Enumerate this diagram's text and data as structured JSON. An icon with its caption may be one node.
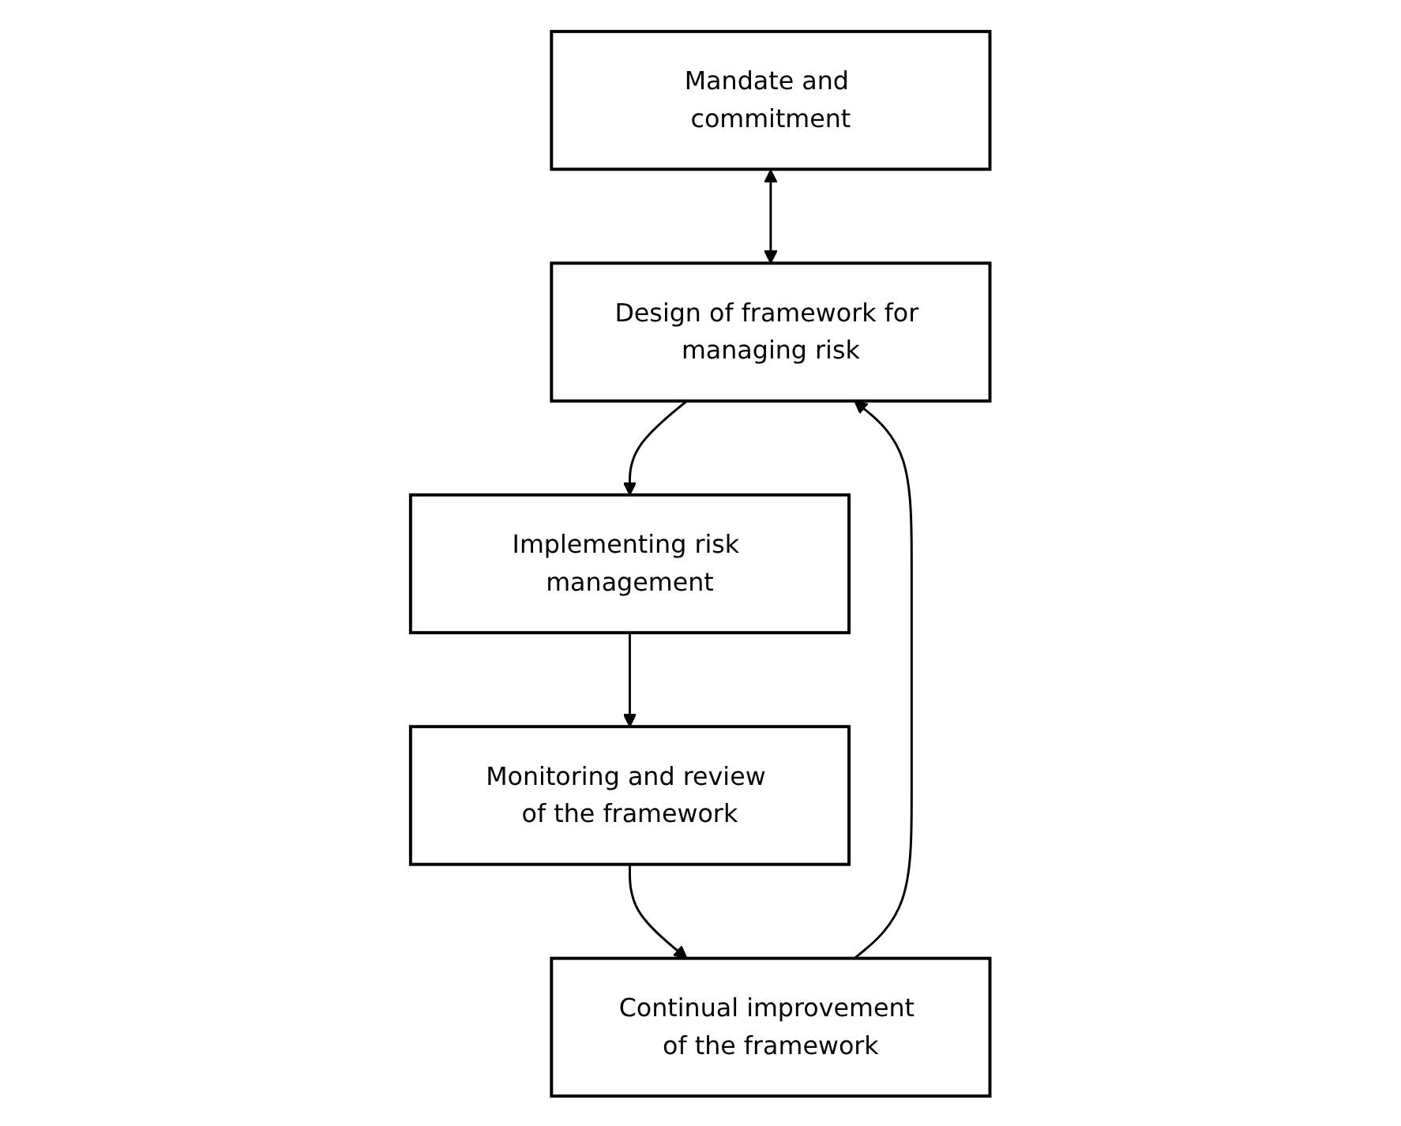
{
  "diagram": {
    "nodes": [
      {
        "text": [
          "Mandate and commitment"
        ]
      },
      {
        "text": [
          "Design of framework for managing risk"
        ]
      },
      {
        "text": [
          "Implementing risk management"
        ]
      },
      {
        "text": [
          "Monitoring and review of the framework"
        ]
      },
      {
        "text": [
          "Continual improvement of the framework"
        ]
      }
    ],
    "edges": [
      {
        "from": 0,
        "to": 1,
        "arrow": "both"
      },
      {
        "from": 1,
        "to": 2,
        "arrow": "to"
      },
      {
        "from": 2,
        "to": 3,
        "arrow": "to"
      },
      {
        "from": 3,
        "to": 4,
        "arrow": "to"
      },
      {
        "from": 4,
        "to": 1,
        "arrow": "to"
      }
    ]
  }
}
